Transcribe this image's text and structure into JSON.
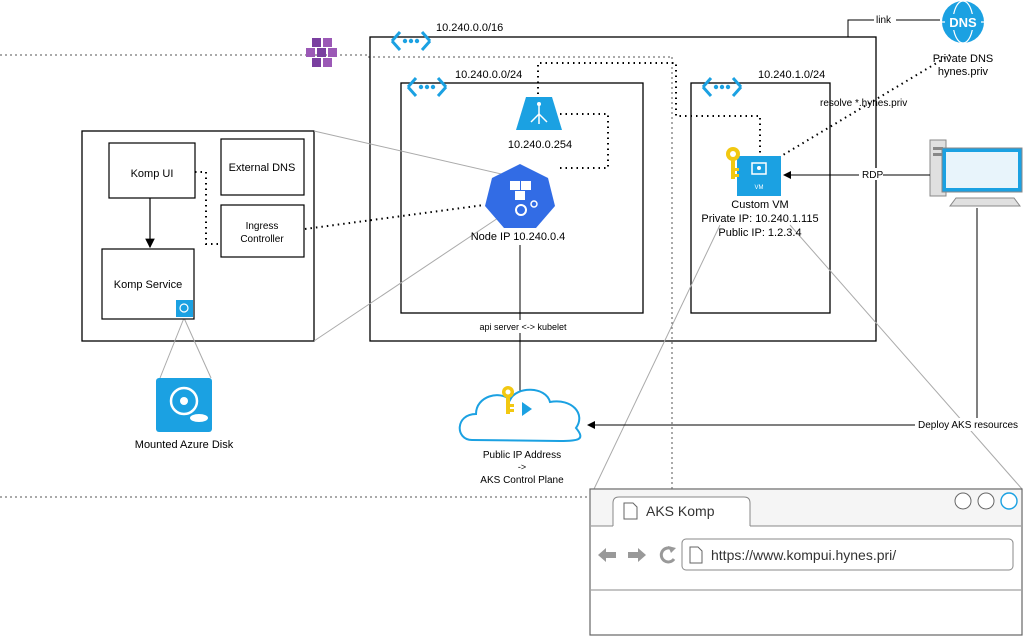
{
  "vnet": {
    "cidr": "10.240.0.0/16",
    "link_label": "link"
  },
  "subnet_aks": {
    "cidr": "10.240.0.0/24",
    "load_balancer_ip": "10.240.0.254",
    "node_ip": "Node IP 10.240.0.4",
    "api_label": "api server <-> kubelet"
  },
  "subnet_vm": {
    "cidr": "10.240.1.0/24",
    "resolve_label": "resolve *.hynes.priv",
    "vm_badge": "VM",
    "vm_name": "Custom VM",
    "private_ip": "Private IP: 10.240.1.115",
    "public_ip": "Public IP: 1.2.3.4"
  },
  "private_dns": {
    "icon_text": "DNS",
    "title": "Private DNS",
    "zone": "hynes.priv"
  },
  "cluster": {
    "komp_ui": "Komp UI",
    "external_dns": "External DNS",
    "ingress_line1": "Ingress",
    "ingress_line2": "Controller",
    "komp_service": "Komp Service"
  },
  "disk_label": "Mounted Azure Disk",
  "public_ip": {
    "line1": "Public IP Address",
    "line2": "->",
    "line3": "AKS Control Plane"
  },
  "workstation": {
    "rdp_label": "RDP",
    "deploy_label": "Deploy AKS resources"
  },
  "browser": {
    "tab_title": "AKS Komp",
    "url": "https://www.kompui.hynes.pri/"
  },
  "colors": {
    "azure_blue": "#1ba1e2",
    "k8s_blue": "#326ce5",
    "key_yellow": "#f2c811",
    "purple": "#7a3fa0"
  }
}
